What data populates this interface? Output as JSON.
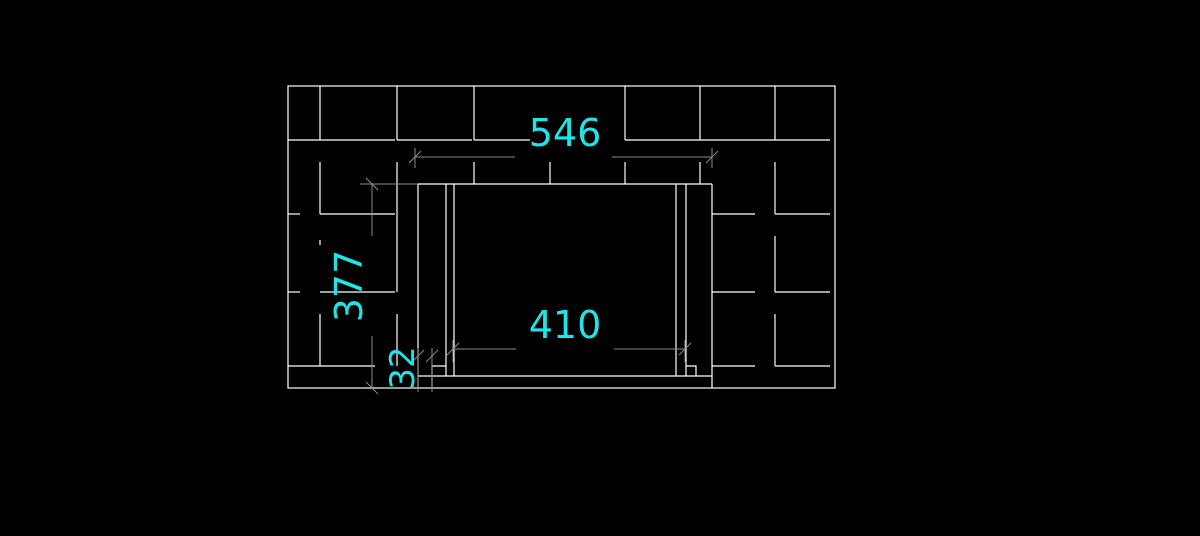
{
  "colors": {
    "background": "#000000",
    "geometry": "#ffffff",
    "dimension_line": "#8a8a8a",
    "dimension_text": "#1ee6e6"
  },
  "dimensions": {
    "top_width": "546",
    "inner_width": "410",
    "height": "377",
    "offset": "32"
  }
}
